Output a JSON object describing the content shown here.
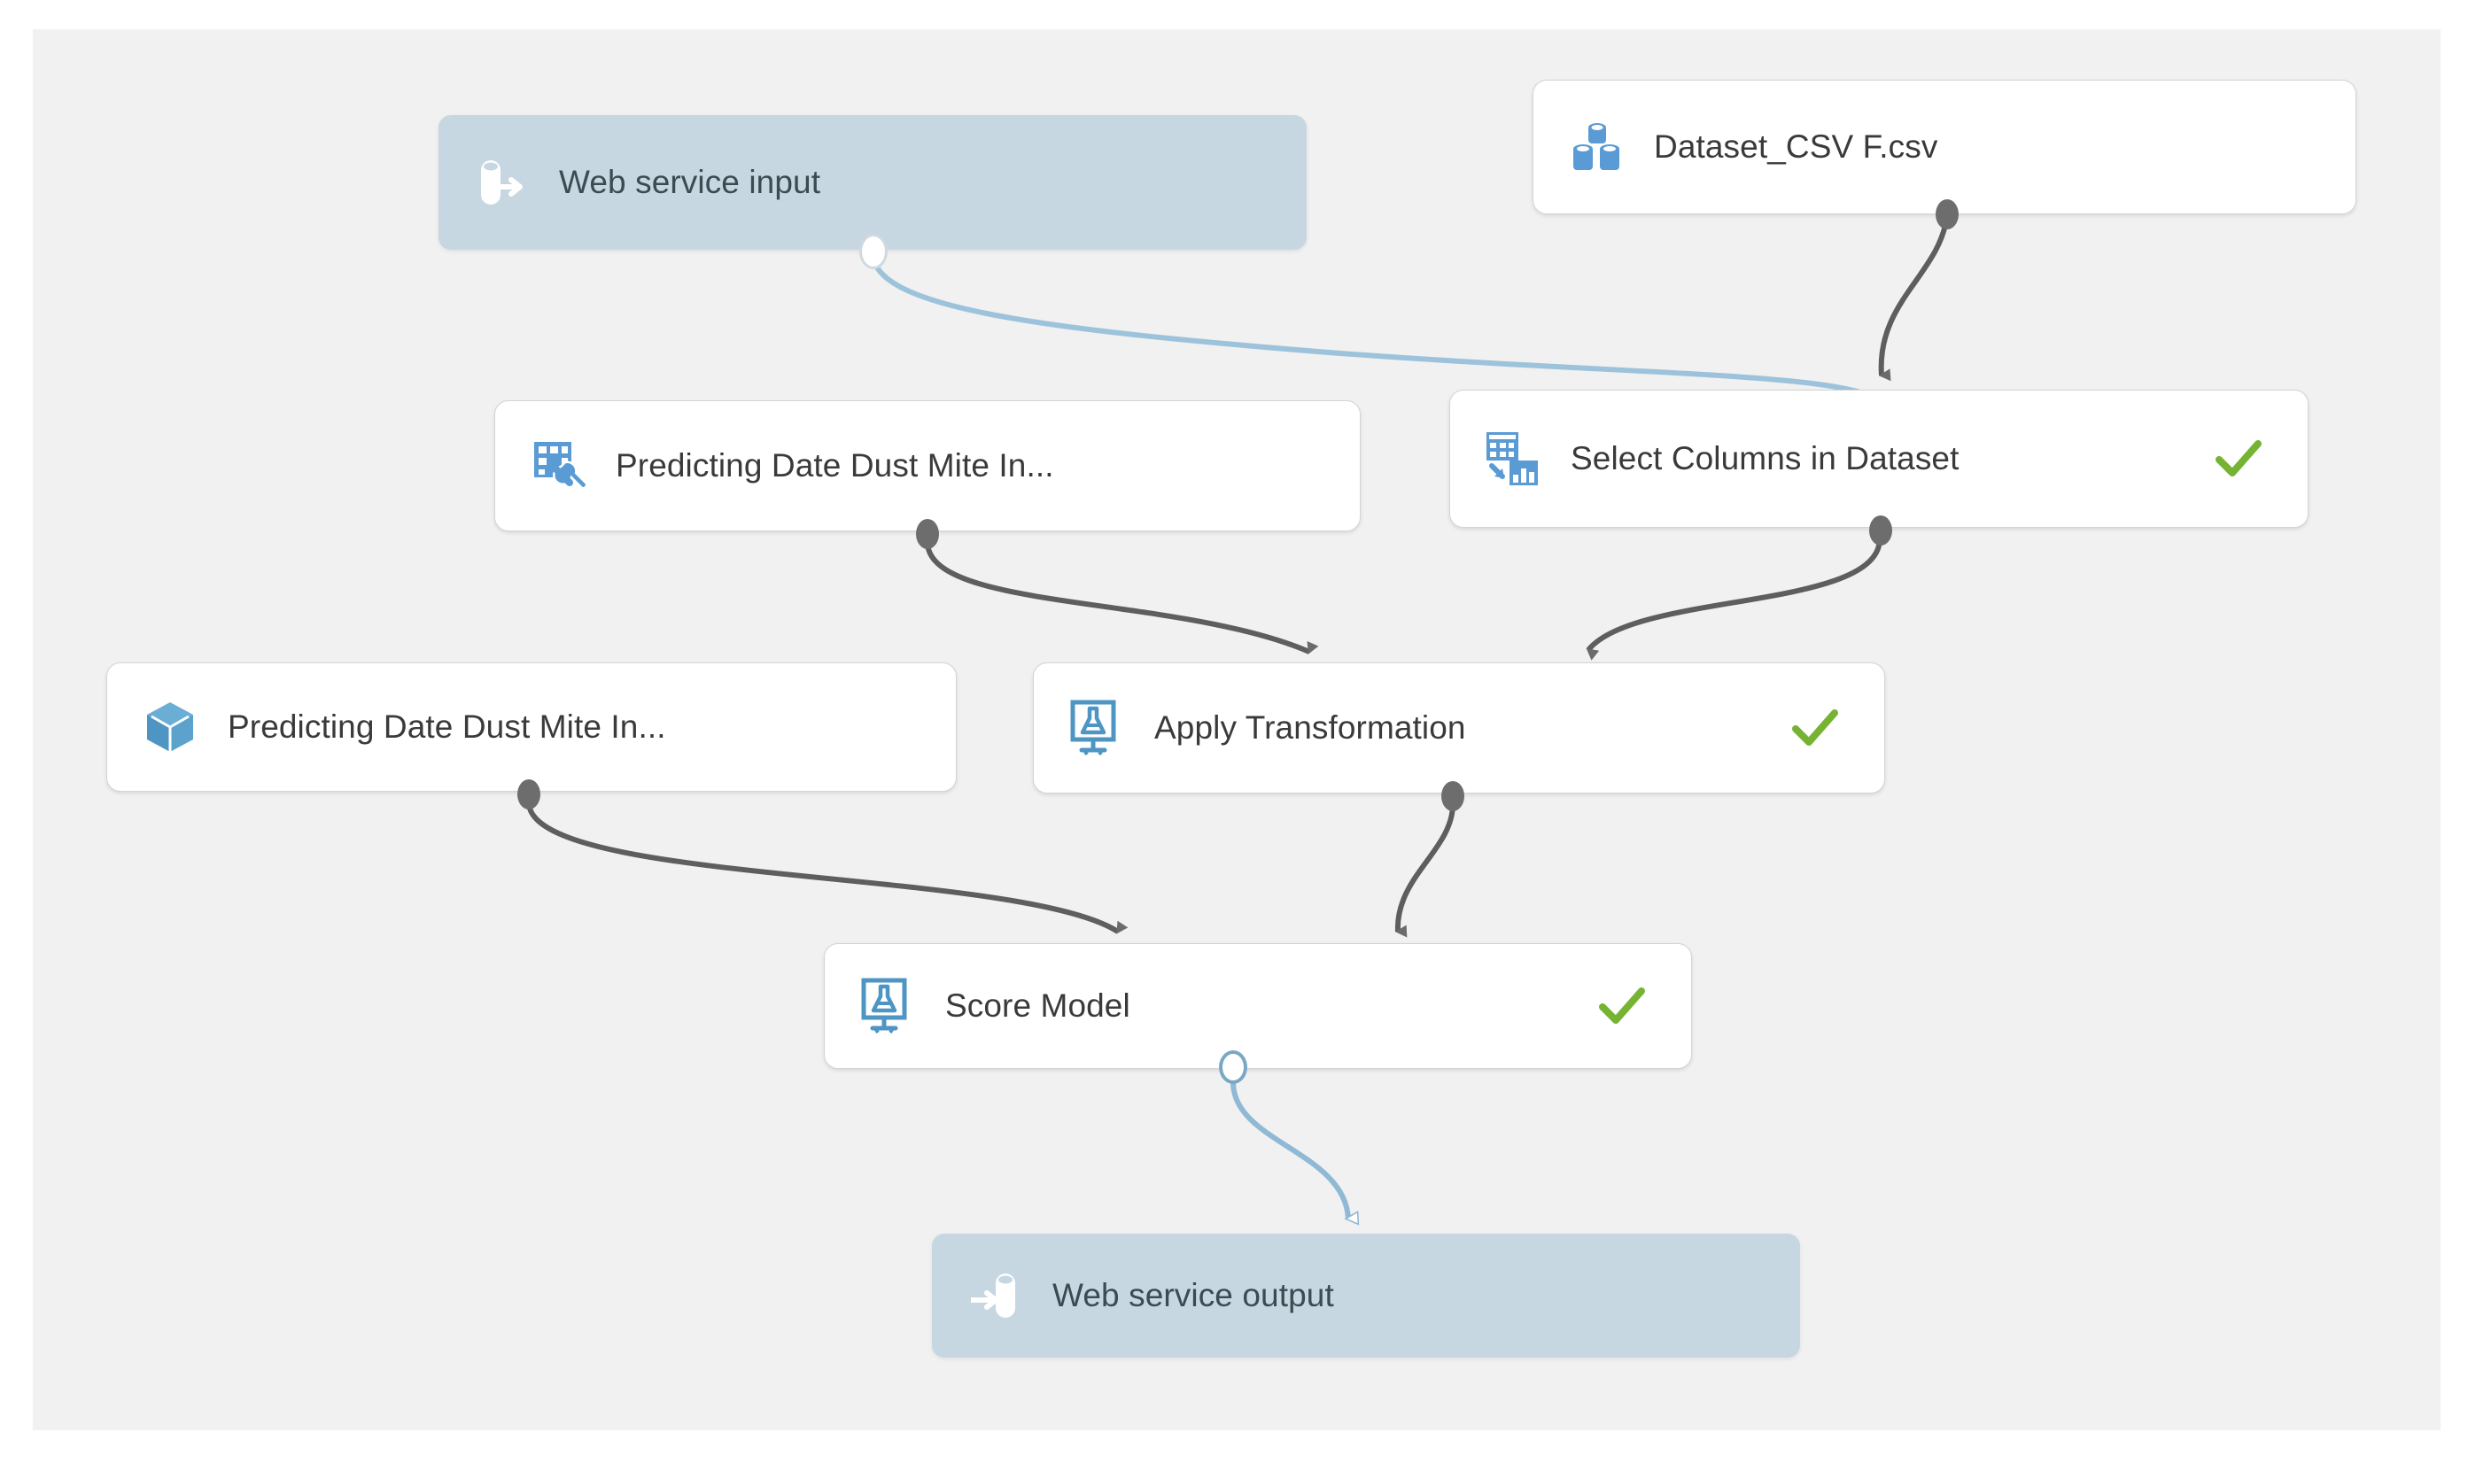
{
  "canvas": {
    "background_color": "#f1f1f1",
    "page_background_color": "#ffffff",
    "accent_blue": "#5b9bd5",
    "status_green": "#76b332",
    "endpoint_fill": "#c6d7e2",
    "edge_dark_color": "#5a5a5a",
    "edge_blue_color": "#91bcd8",
    "label_color": "#3a3a3a"
  },
  "nodes": [
    {
      "id": "web-service-input",
      "label": "Web service input",
      "icon": "web-service-input-icon",
      "kind": "endpoint",
      "status": ""
    },
    {
      "id": "dataset-csv",
      "label": "Dataset_CSV F.csv",
      "icon": "dataset-icon",
      "kind": "module",
      "status": ""
    },
    {
      "id": "predicting-transform",
      "label": "Predicting Date Dust Mite In...",
      "icon": "transform-wrench-icon",
      "kind": "module",
      "status": ""
    },
    {
      "id": "select-columns",
      "label": "Select Columns in Dataset",
      "icon": "select-columns-icon",
      "kind": "module",
      "status": "check-icon"
    },
    {
      "id": "trained-model",
      "label": "Predicting Date Dust Mite In...",
      "icon": "trained-model-cube-icon",
      "kind": "module",
      "status": ""
    },
    {
      "id": "apply-transformation",
      "label": "Apply Transformation",
      "icon": "flask-icon",
      "kind": "module",
      "status": "check-icon"
    },
    {
      "id": "score-model",
      "label": "Score Model",
      "icon": "flask-icon",
      "kind": "module",
      "status": "check-icon"
    },
    {
      "id": "web-service-output",
      "label": "Web service output",
      "icon": "web-service-output-icon",
      "kind": "endpoint",
      "status": ""
    }
  ],
  "edges": [
    {
      "id": "edge-wsinput-to-selectcolumns",
      "from": "web-service-input",
      "to": "select-columns",
      "style": "blue"
    },
    {
      "id": "edge-dataset-to-selectcolumns",
      "from": "dataset-csv",
      "to": "select-columns",
      "style": "dark"
    },
    {
      "id": "edge-predicting-to-applytransformation",
      "from": "predicting-transform",
      "to": "apply-transformation",
      "style": "dark"
    },
    {
      "id": "edge-selectcolumns-to-applytransformation",
      "from": "select-columns",
      "to": "apply-transformation",
      "style": "dark"
    },
    {
      "id": "edge-trainedmodel-to-scoremodel",
      "from": "trained-model",
      "to": "score-model",
      "style": "dark"
    },
    {
      "id": "edge-applytransformation-to-scoremodel",
      "from": "apply-transformation",
      "to": "score-model",
      "style": "dark"
    },
    {
      "id": "edge-scoremodel-to-wsoutput",
      "from": "score-model",
      "to": "web-service-output",
      "style": "blue"
    }
  ]
}
